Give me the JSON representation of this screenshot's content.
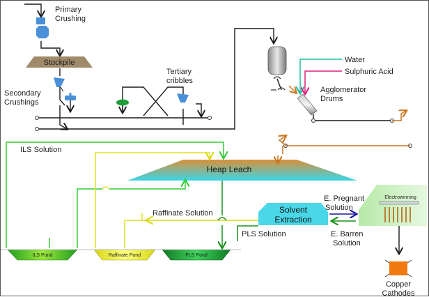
{
  "labels": {
    "primary_crushing": [
      "Primary",
      "Crushing"
    ],
    "stockpile": "Stockpile",
    "secondary_crushings": [
      "Secondary",
      "Crushings"
    ],
    "tertiary_cribbles": [
      "Tertiary",
      "cribbles"
    ],
    "water": "Water",
    "sulphuric_acid": "Sulphuric Acid",
    "agglomerator_drums": [
      "Agglomerator",
      "Drums"
    ],
    "ils_solution": "ILS Solution",
    "heap_leach": "Heap Leach",
    "raffinate_solution": "Raffinate Solution",
    "pls_solution": "PLS Solution",
    "solvent_extraction": [
      "Solvent",
      "Extraction"
    ],
    "e_pregnant_solution": [
      "E. Pregnant",
      "Solution"
    ],
    "e_barren_solution": [
      "E. Barren",
      "Solution"
    ],
    "electrowinning": "Electrowinning",
    "ils_pond": "ILS Pond",
    "raffinate_pond": "Raffinate Pond",
    "pls_pond": "PLS Pond",
    "copper_cathodes": [
      "Copper",
      "Cathodes"
    ]
  },
  "colors": {
    "ore_line": "#1a1a1a",
    "water_line": "#1fbf9f",
    "acid_line": "#e0207a",
    "ils_line": "#33cc33",
    "raffinate_line": "#e6e619",
    "pls_line": "#1a8f1a",
    "agglomerate_line": "#c8741e",
    "e_pregnant_line": "#1a1a9f",
    "equipment_blue": "#4a90d9",
    "stockpile": "#a08a6a",
    "heap_top": "#d9903a",
    "heap_bottom": "#3cd6e6",
    "sx_cyan": "#4ad8e8",
    "ew_green": "#c9f0c0",
    "cathode": "#f07a10"
  }
}
